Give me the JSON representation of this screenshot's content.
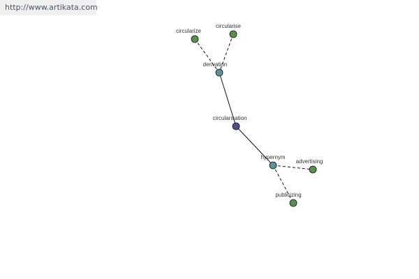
{
  "watermark": "http://www.artikata.com",
  "graph": {
    "colors": {
      "leaf": "#5a8f4e",
      "relation": "#5b9297",
      "center": "#4b4f96"
    },
    "nodes": [
      {
        "id": "circularize",
        "label": "circularize",
        "kind": "leaf"
      },
      {
        "id": "circularise",
        "label": "circularise",
        "kind": "leaf"
      },
      {
        "id": "derivation",
        "label": "derivation",
        "kind": "relation"
      },
      {
        "id": "circularisation",
        "label": "circularisation",
        "kind": "center"
      },
      {
        "id": "hypernym",
        "label": "hypernym",
        "kind": "relation"
      },
      {
        "id": "advertising",
        "label": "advertising",
        "kind": "leaf"
      },
      {
        "id": "publicizing",
        "label": "publicizing",
        "kind": "leaf"
      }
    ],
    "edges": [
      {
        "from": "circularize",
        "to": "derivation",
        "style": "dashed"
      },
      {
        "from": "circularise",
        "to": "derivation",
        "style": "dashed"
      },
      {
        "from": "derivation",
        "to": "circularisation",
        "style": "solid"
      },
      {
        "from": "circularisation",
        "to": "hypernym",
        "style": "solid"
      },
      {
        "from": "hypernym",
        "to": "advertising",
        "style": "dashed"
      },
      {
        "from": "hypernym",
        "to": "publicizing",
        "style": "dashed"
      }
    ]
  }
}
